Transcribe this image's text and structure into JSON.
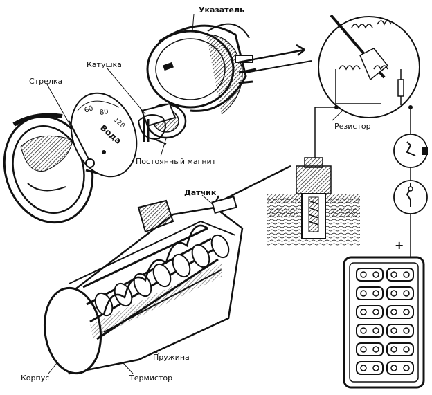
{
  "labels": {
    "indicator": "Указатель",
    "coil": "Катушка",
    "needle": "Стрелка",
    "resistor": "Резистор",
    "magnet": "Постоянный магнит",
    "sensor": "Датчик",
    "spring": "Пружина",
    "housing": "Корпус",
    "thermistor": "Термистор"
  },
  "dial": {
    "scale_60": "60",
    "scale_80": "80",
    "scale_120": "120",
    "word": "Вода"
  },
  "battery": {
    "plus": "+"
  }
}
